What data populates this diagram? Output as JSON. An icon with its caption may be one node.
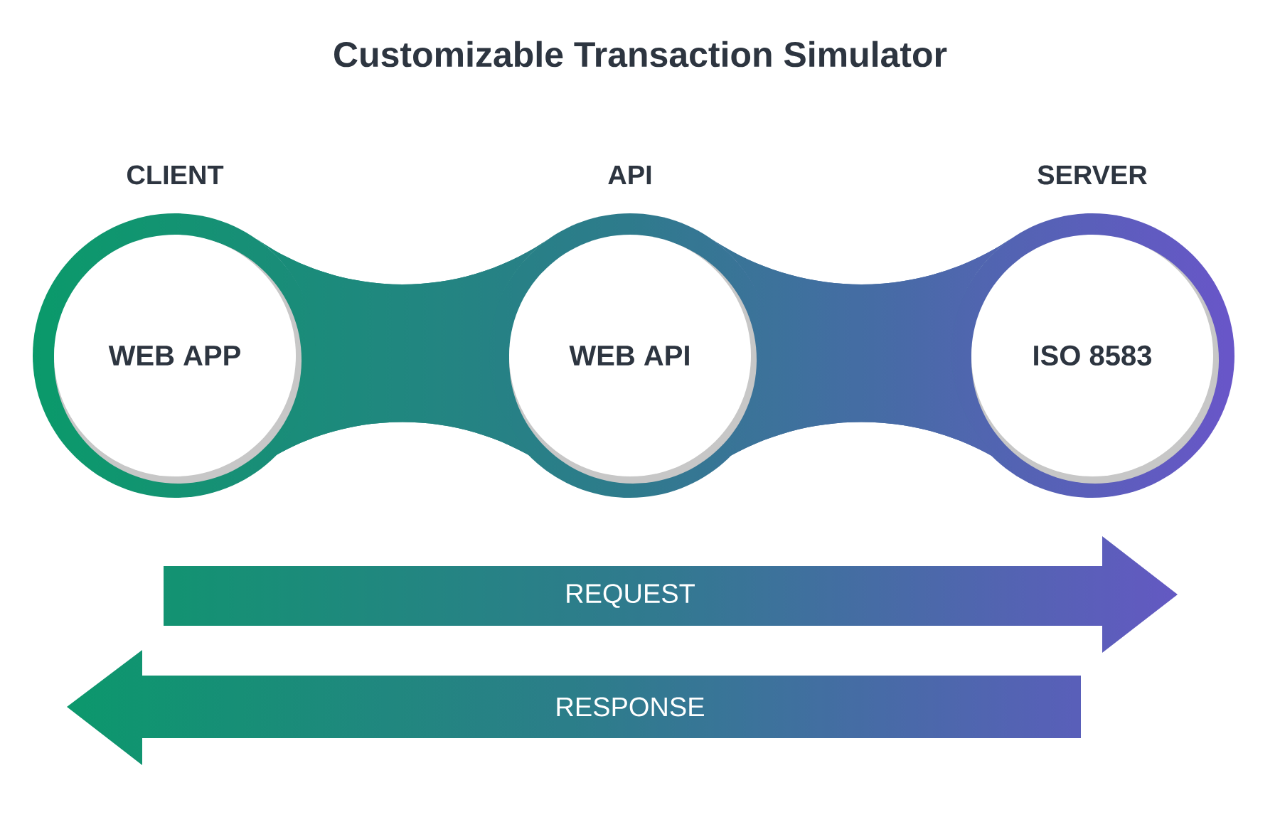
{
  "diagram": {
    "title": "Customizable Transaction Simulator",
    "nodes": [
      {
        "text": [
          "CLIENT",
          "WEB APP"
        ]
      },
      {
        "text": [
          "API",
          "WEB API"
        ]
      },
      {
        "text": [
          "SERVER",
          "ISO 8583"
        ]
      }
    ],
    "edges": [
      {
        "from": 0,
        "to": 1,
        "arrow": "none"
      },
      {
        "from": 1,
        "to": 2,
        "arrow": "none"
      }
    ],
    "labels": [
      "REQUEST",
      "RESPONSE"
    ]
  }
}
